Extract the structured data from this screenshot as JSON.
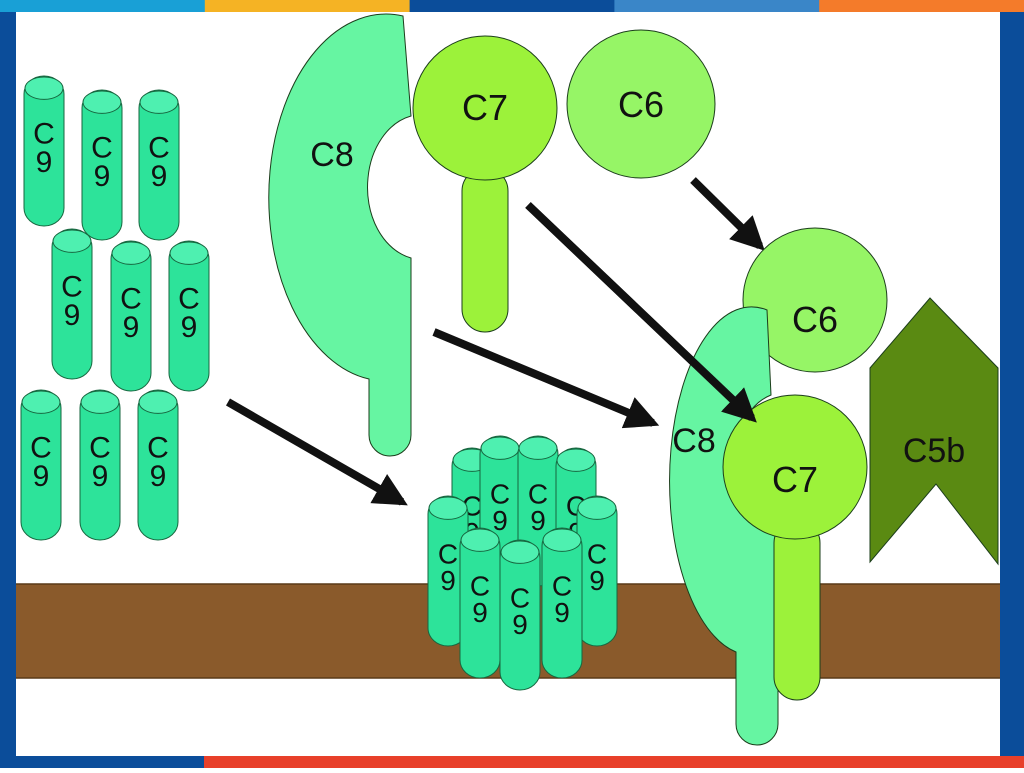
{
  "colors": {
    "frame_blue": "#0b4d9a",
    "top_bar": [
      "#19a0d6",
      "#f5b324",
      "#0b4d9a",
      "#3a86c8",
      "#f47b2a"
    ],
    "bottom_bar": [
      "#0b4d9a",
      "#e8402a"
    ],
    "membrane": "#8a5a2b",
    "c9": "#2de39a",
    "c8": "#66f5a2",
    "c7": "#9cf23a",
    "c6": "#96f566",
    "c5b": "#5a8a12",
    "arrow": "#111111"
  },
  "labels": {
    "c9": [
      "C",
      "9"
    ],
    "c8": "C8",
    "c7": "C7",
    "c6": "C6",
    "c5b": "C5b"
  }
}
